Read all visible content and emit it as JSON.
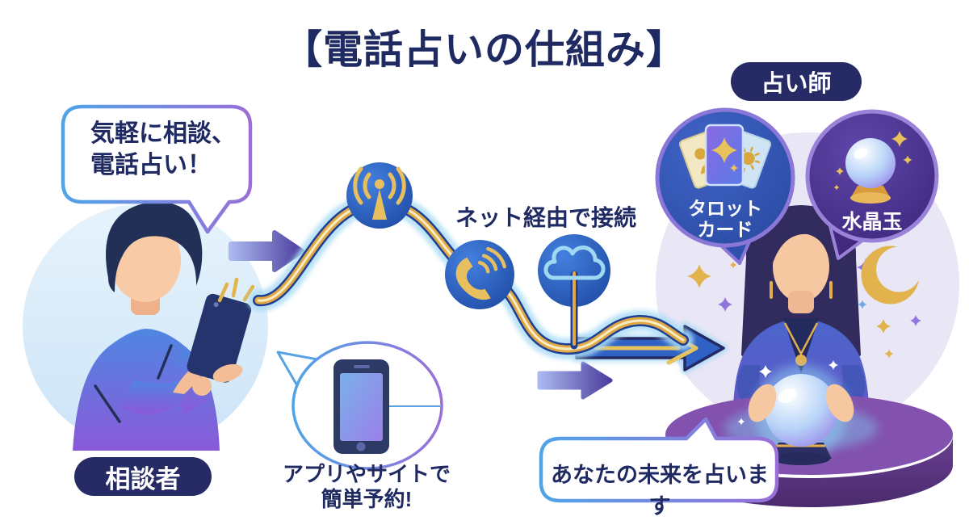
{
  "title": "【電話占いの仕組み】",
  "badges": {
    "fortune_teller": "占い師",
    "consulter": "相談者"
  },
  "speech_bubbles": {
    "casual_line1": "気軽に相談、",
    "casual_line2": "電話占い！",
    "future": "あなたの未来を占います"
  },
  "connection": {
    "label": "ネット経由で接続",
    "icons": [
      "broadcast-antenna",
      "telephone-handset",
      "cloud-network"
    ]
  },
  "tools": {
    "tarot_line1": "タロット",
    "tarot_line2": "カード",
    "crystal": "水晶玉"
  },
  "booking": {
    "line1": "アプリやサイトで",
    "line2": "簡単予約!"
  },
  "icons": {
    "antenna": "broadcast-antenna",
    "phone_call": "telephone-handset-with-waves",
    "cloud": "cloud-network",
    "smartphone": "smartphone",
    "tarot": "fanned-tarot-cards",
    "crystal_ball": "crystal-ball-on-stand",
    "moon": "crescent-moon",
    "sparkles": "sparkle-stars"
  },
  "colors": {
    "title_navy": "#1f2a63",
    "badge_navy": "#262b66",
    "bubble_border_blue": "#4fa4e8",
    "bubble_border_purple": "#9a6fd8",
    "wave_gold": "#e0a945",
    "wave_glow_blue": "#aadcf6",
    "icon_circle_blue": "#2a5cc0",
    "icon_gold": "#e8bf5f",
    "arrow_purple": "#4b3d9e",
    "table_purple": "#8352ae",
    "scene_lavender": "#e9e6f6",
    "shirt_blue": "#4f86e2",
    "shirt_purple": "#8a5ad8"
  }
}
